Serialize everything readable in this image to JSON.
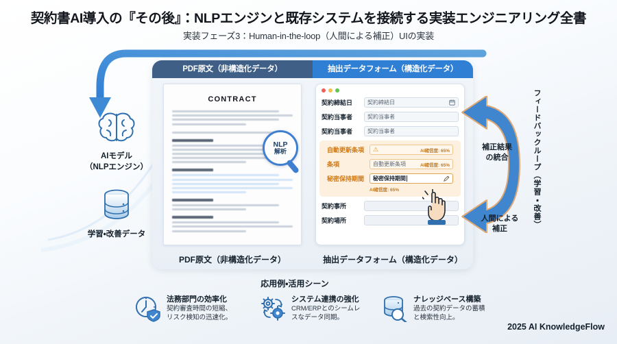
{
  "title": "契約書AI導入の『その後』：NLPエンジンと既存システムを接続する実装エンジニアリング全書",
  "subtitle": "実装フェーズ3：Human-in-the-loop（人間による補正）UIの実装",
  "left": {
    "ai_model_label": "AIモデル\n（NLPエンジン）",
    "ai_model_line1": "AIモデル",
    "ai_model_line2": "（NLPエンジン）",
    "data_label": "学習・改善データ",
    "brain_icon": "brain-icon",
    "database_icon": "database-icon"
  },
  "panel": {
    "head_pdf": "PDF原文（非構造化データ）",
    "head_form": "抽出データフォーム（構造化データ）",
    "caption_pdf": "PDF原文（非構造化データ）",
    "caption_form": "抽出データフォーム（構造化データ）"
  },
  "pdf": {
    "doc_title": "CONTRACT",
    "magnifier_line1": "NLP",
    "magnifier_line2": "解析",
    "magnifier_icon": "magnifier-icon"
  },
  "form": {
    "window_dots": [
      "red",
      "yellow",
      "green"
    ],
    "calendar_icon": "calendar-icon",
    "warning_icon": "warning-triangle-icon",
    "pencil_icon": "pencil-edit-icon",
    "cursor_icon": "hand-pointer-icon",
    "rows": [
      {
        "label": "契約締結日",
        "value": "契約締結日",
        "state": "normal",
        "icon": "calendar-icon",
        "confidence": ""
      },
      {
        "label": "契約当事者",
        "value": "契約当事者",
        "state": "normal",
        "icon": "",
        "confidence": ""
      },
      {
        "label": "契約当事者",
        "value": "契約当事者",
        "state": "normal",
        "icon": "",
        "confidence": ""
      }
    ],
    "alert_rows": [
      {
        "label": "自動更新条項",
        "value": "",
        "state": "warning",
        "icon": "warning-triangle-icon",
        "confidence": "AI確信度: 65%"
      },
      {
        "label": "条項",
        "value": "自動更新条項",
        "state": "warning",
        "icon": "",
        "confidence": "AI確信度: 65%"
      },
      {
        "label": "秘密保持期間",
        "value": "秘密保持期間",
        "state": "active",
        "icon": "pencil-edit-icon",
        "confidence": "AI確信度: 65%"
      }
    ],
    "tail_rows": [
      {
        "label": "契約事所",
        "value": "",
        "state": "empty",
        "icon": "",
        "confidence": ""
      },
      {
        "label": "契約場所",
        "value": "",
        "state": "empty",
        "icon": "",
        "confidence": ""
      }
    ]
  },
  "annotations": {
    "feedback_loop": "フィードバックループ（学習・改善）",
    "merge_line1": "補正結果",
    "merge_line2": "の統合",
    "human_line1": "人間による",
    "human_line2": "補正"
  },
  "bottom": {
    "heading": "応用例・活用シーン",
    "cards": [
      {
        "icon": "clock-shield-icon",
        "title": "法務部門の効率化",
        "body": "契約審査時間の短縮、\nリスク検知の迅速化。",
        "body_l1": "契約審査時間の短縮、",
        "body_l2": "リスク検知の迅速化。"
      },
      {
        "icon": "gears-sync-icon",
        "title": "システム連携の強化",
        "body": "CRM/ERPとのシームレ\nスなデータ同期。",
        "body_l1": "CRM/ERPとのシームレ",
        "body_l2": "スなデータ同期。"
      },
      {
        "icon": "database-search-icon",
        "title": "ナレッジベース構築",
        "body": "過去の契約データの蓄積\nと検索性向上。",
        "body_l1": "過去の契約データの蓄積",
        "body_l2": "と検索性向上。"
      }
    ]
  },
  "footer": "2025 AI KnowledgeFlow",
  "colors": {
    "arrow_blue": "#3f86cf",
    "head_dark": "#3f5f87",
    "head_bright": "#2f7fd4",
    "alert_bg": "#fdf0de",
    "alert_text": "#c07a22"
  }
}
